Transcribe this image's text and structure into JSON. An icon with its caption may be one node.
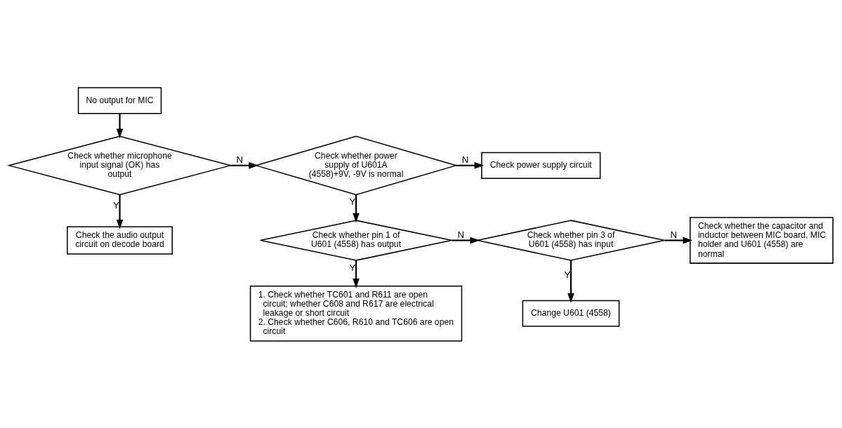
{
  "diagram": {
    "nodes": [
      {
        "text": [
          "No output for MIC"
        ]
      },
      {
        "text": [
          "Check whether microphone input signal (OK) has output"
        ]
      },
      {
        "text": [
          "Check whether power supply of U601A (4558)+9V, -9V is normal"
        ]
      },
      {
        "text": [
          "Check power supply circuit"
        ]
      },
      {
        "text": [
          "Check the audio output circuit on decode board"
        ]
      },
      {
        "text": [
          "Check whether pin 1 of U601 (4558) has output"
        ]
      },
      {
        "text": [
          "Check whether pin 3 of U601 (4558) has input"
        ]
      },
      {
        "text": [
          "Check whether the capacitor and inductor between MIC board, MIC holder and U601 (4558) are normal"
        ]
      },
      {
        "text": [
          "1. Check whether TC601 and R611 are open circuit; whether C608 and R617 are electrical leakage or short circuit",
          "2. Check whether C606, R610 and TC606 are open circuit"
        ]
      },
      {
        "text": [
          "Change U601 (4558)"
        ]
      }
    ],
    "edges": [
      {
        "from": 0,
        "to": 1,
        "arrow": "to"
      },
      {
        "from": 1,
        "to": 2,
        "label": "N",
        "arrow": "to"
      },
      {
        "from": 2,
        "to": 3,
        "label": "N",
        "arrow": "to"
      },
      {
        "from": 1,
        "to": 4,
        "label": "Y",
        "arrow": "to"
      },
      {
        "from": 2,
        "to": 5,
        "label": "Y",
        "arrow": "to"
      },
      {
        "from": 5,
        "to": 6,
        "label": "N",
        "arrow": "to"
      },
      {
        "from": 6,
        "to": 7,
        "label": "N",
        "arrow": "to"
      },
      {
        "from": 5,
        "to": 8,
        "label": "Y",
        "arrow": "to"
      },
      {
        "from": 6,
        "to": 9,
        "label": "Y",
        "arrow": "to"
      }
    ]
  }
}
